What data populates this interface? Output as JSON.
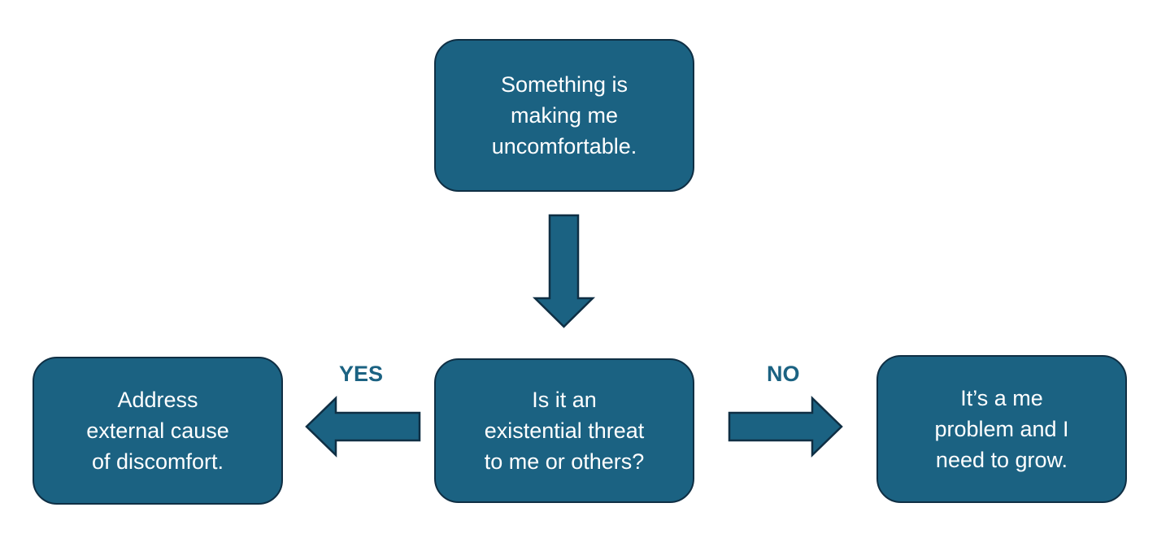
{
  "colors": {
    "box_fill": "#1b6282",
    "box_border": "#0f2f44",
    "arrow_fill": "#1b6282",
    "arrow_border": "#0f2f44",
    "label": "#1b6282",
    "box_text": "#ffffff"
  },
  "nodes": {
    "start": "Something is\nmaking me\nuncomfortable.",
    "question": "Is it an\nexistential threat\nto me or others?",
    "yes_outcome": "Address\nexternal cause\nof discomfort.",
    "no_outcome": "It’s a me\nproblem and I\nneed to grow."
  },
  "labels": {
    "yes": "YES",
    "no": "NO"
  }
}
